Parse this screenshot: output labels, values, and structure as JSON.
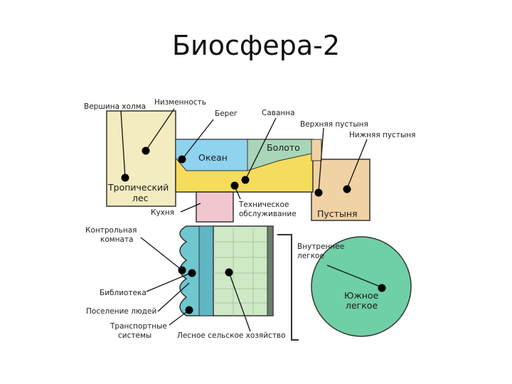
{
  "title": "Биосфера-2",
  "labels": {
    "hilltop": "Вершина холма",
    "lowland": "Низменность",
    "shore": "Берег",
    "savanna": "Саванна",
    "upper_desert": "Верхняя пустыня",
    "lower_desert": "Нижняя пустыня",
    "kitchen": "Кухня",
    "tech_service_1": "Техническое",
    "tech_service_2": "обслуживание",
    "control_room_1": "Контрольная",
    "control_room_2": "комната",
    "library": "Библиотека",
    "settlement": "Поселение людей",
    "transport_1": "Транспортные",
    "transport_2": "системы",
    "forest_agriculture": "Лесное сельское хозяйство",
    "inner_lung_1": "Внутреннее",
    "inner_lung_2": "легкое"
  },
  "zones": {
    "ocean": "Океан",
    "swamp": "Болото",
    "tropical_forest_1": "Тропический",
    "tropical_forest_2": "лес",
    "desert": "Пустыня",
    "south_lung_1": "Южное",
    "south_lung_2": "легкое"
  },
  "colors": {
    "forest": "#f3ecc0",
    "ocean": "#8fd3ef",
    "savanna": "#f6dc5c",
    "swamp": "#a9d6b8",
    "desert": "#f1d2a4",
    "kitchen": "#f2c6cf",
    "habitat": "#6fc7d0",
    "agriculture": "#cfe8c6",
    "lung": "#6fcfa6"
  }
}
